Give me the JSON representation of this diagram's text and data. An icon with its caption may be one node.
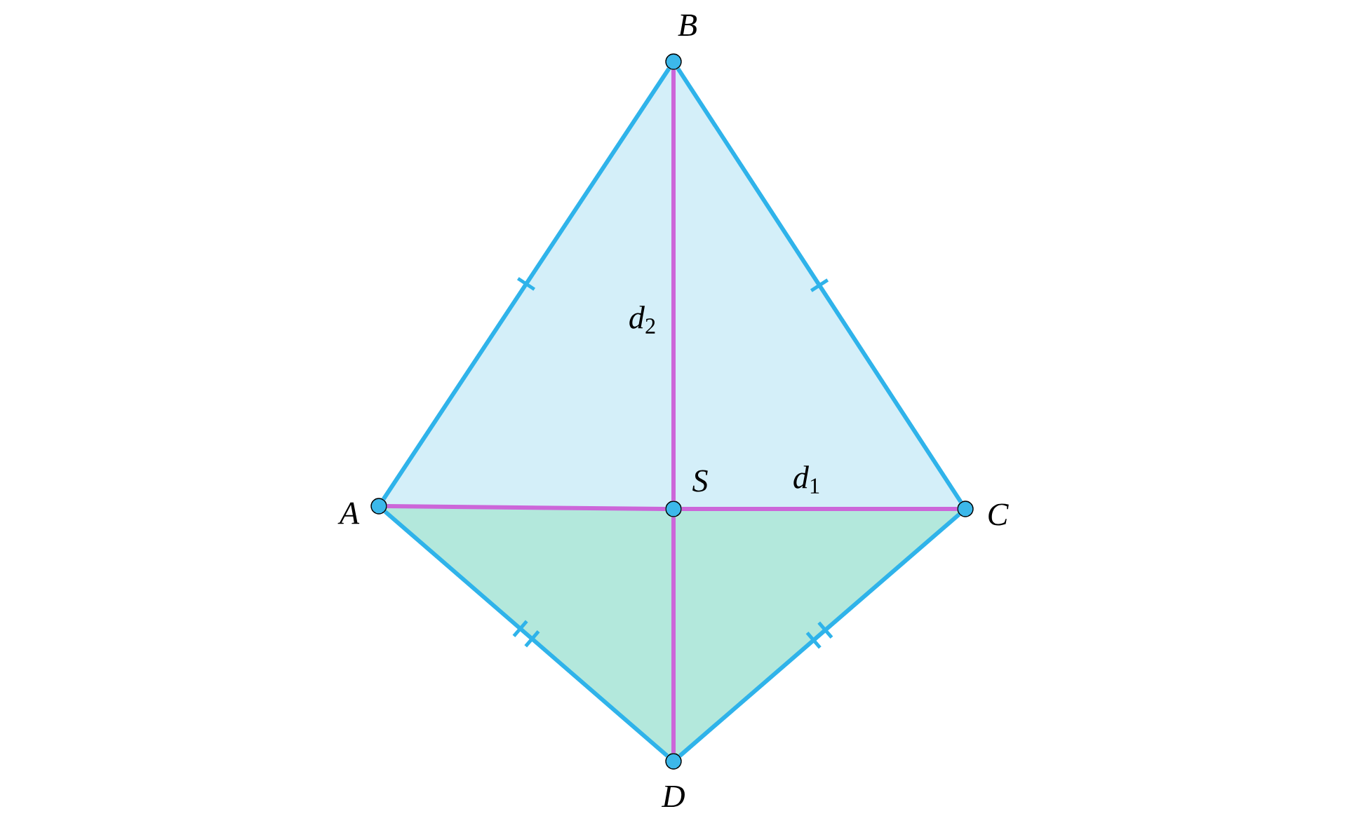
{
  "diagram": {
    "nodes": [
      {
        "text": [],
        "shape": "circle",
        "beside": [
          "B"
        ]
      },
      {
        "text": [],
        "shape": "circle",
        "beside": [
          "A"
        ]
      },
      {
        "text": [],
        "shape": "circle",
        "beside": [
          "S"
        ]
      },
      {
        "text": [],
        "shape": "circle",
        "beside": [
          "C"
        ]
      },
      {
        "text": [],
        "shape": "circle",
        "beside": [
          "D"
        ]
      }
    ],
    "edges": [
      {
        "from": 1,
        "to": 0,
        "arrow": "none"
      },
      {
        "from": 0,
        "to": 3,
        "arrow": "none"
      },
      {
        "from": 3,
        "to": 4,
        "arrow": "none"
      },
      {
        "from": 4,
        "to": 1,
        "arrow": "none"
      },
      {
        "from": 1,
        "to": 2,
        "arrow": "none",
        "color": "#cc66d9"
      },
      {
        "from": 2,
        "to": 3,
        "arrow": "none",
        "label": "*d*$_{1}$",
        "color": "#cc66d9"
      },
      {
        "from": 0,
        "to": 2,
        "arrow": "none",
        "label": "*d*$_{2}$",
        "color": "#cc66d9"
      },
      {
        "from": 2,
        "to": 4,
        "arrow": "none",
        "color": "#cc66d9"
      }
    ]
  }
}
